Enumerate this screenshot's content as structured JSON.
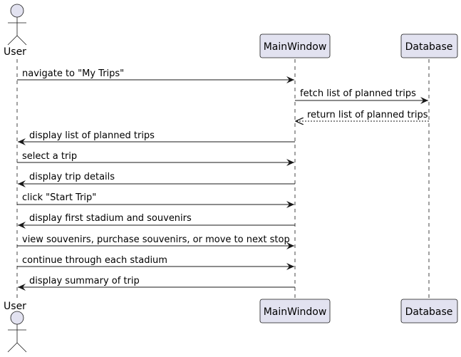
{
  "participants": [
    {
      "id": "user",
      "kind": "actor",
      "label": "User"
    },
    {
      "id": "main",
      "kind": "box",
      "label": "MainWindow"
    },
    {
      "id": "db",
      "kind": "box",
      "label": "Database"
    }
  ],
  "messages": [
    {
      "from": "user",
      "to": "main",
      "style": "solid",
      "text": "navigate to \"My Trips\""
    },
    {
      "from": "main",
      "to": "db",
      "style": "solid",
      "text": "fetch list of planned trips"
    },
    {
      "from": "db",
      "to": "main",
      "style": "dashed",
      "text": "return list of planned trips"
    },
    {
      "from": "main",
      "to": "user",
      "style": "solid",
      "text": "display list of planned trips"
    },
    {
      "from": "user",
      "to": "main",
      "style": "solid",
      "text": "select a trip"
    },
    {
      "from": "main",
      "to": "user",
      "style": "solid",
      "text": "display trip details"
    },
    {
      "from": "user",
      "to": "main",
      "style": "solid",
      "text": "click \"Start Trip\""
    },
    {
      "from": "main",
      "to": "user",
      "style": "solid",
      "text": "display first stadium and souvenirs"
    },
    {
      "from": "user",
      "to": "main",
      "style": "solid",
      "text": "view souvenirs, purchase souvenirs, or move to next stop"
    },
    {
      "from": "user",
      "to": "main",
      "style": "solid",
      "text": "continue through each stadium"
    },
    {
      "from": "main",
      "to": "user",
      "style": "solid",
      "text": "display summary of trip"
    }
  ],
  "colors": {
    "participant_fill": "#e2e2f0",
    "participant_stroke": "#181818",
    "lifeline": "#181818",
    "arrow": "#181818"
  }
}
